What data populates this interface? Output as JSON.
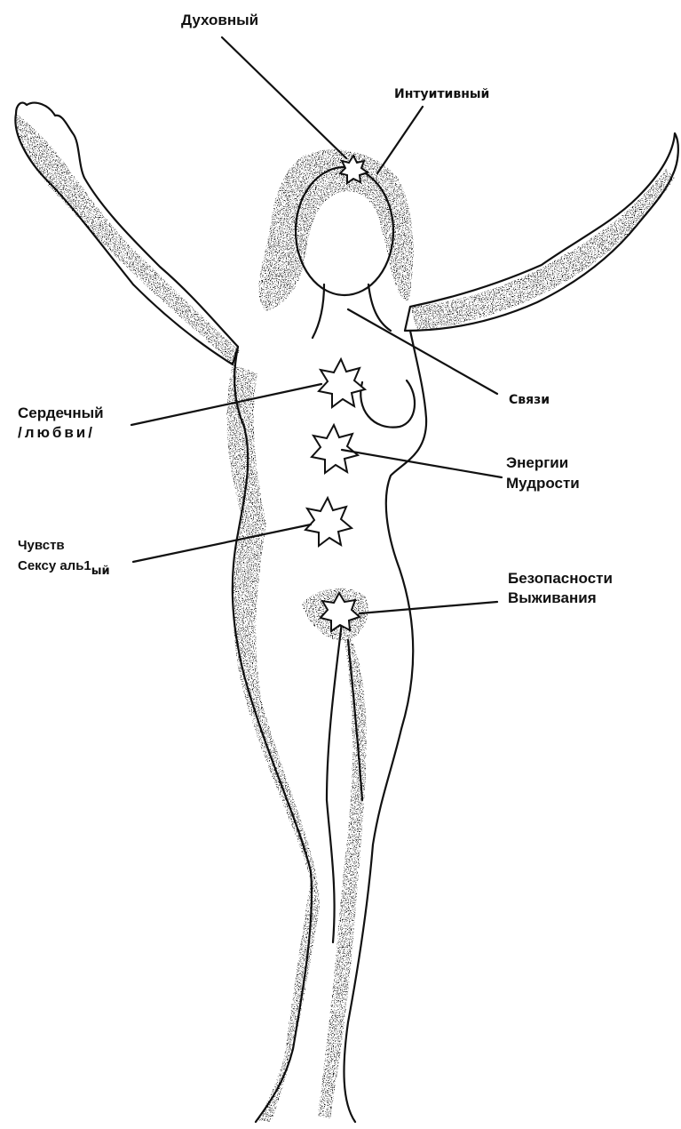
{
  "labels": {
    "spiritual": "Духовный",
    "intuitive": "Интуитивный",
    "connection": "Связи",
    "heart_1": "Сердечный",
    "heart_2": "/любви/",
    "energy_1": "Энергии",
    "energy_2": "Мудрости",
    "senses_1": "Чувств",
    "senses_2": "Сексу аль1",
    "senses_2_tail": "ый",
    "safety_1": "Безопасности",
    "safety_2": "Выживания"
  },
  "colors": {
    "ink": "#111111",
    "background": "#ffffff"
  },
  "icons": [
    "star-chakra-icon"
  ]
}
